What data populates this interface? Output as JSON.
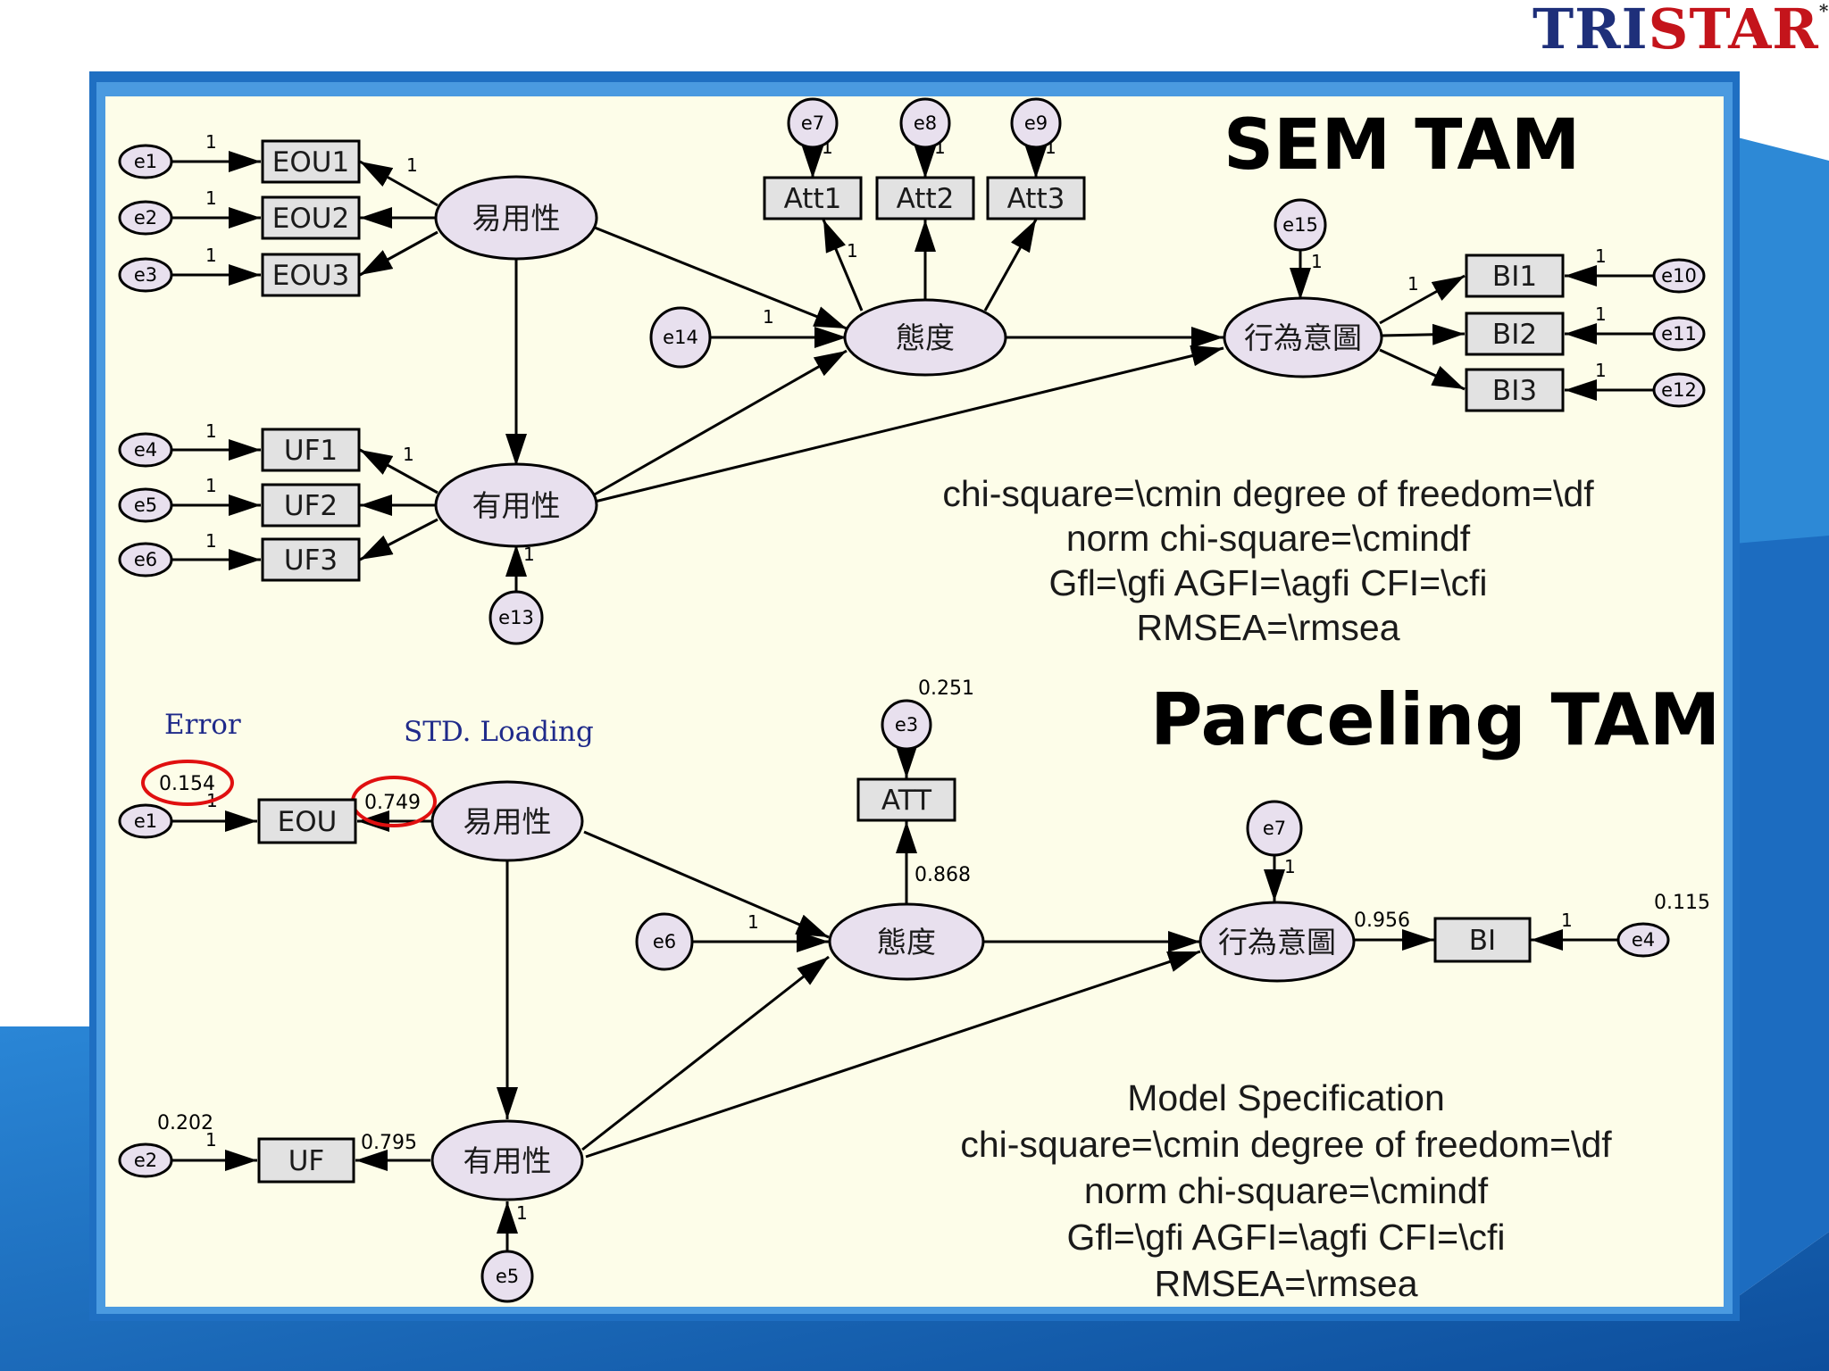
{
  "logo": {
    "part1": "TRI",
    "part2": "STAR",
    "mark": "***"
  },
  "top": {
    "title": "SEM TAM",
    "latents": {
      "eou": "易用性",
      "uf": "有用性",
      "att": "態度",
      "bi": "行為意圖"
    },
    "observed": {
      "eou": [
        "EOU1",
        "EOU2",
        "EOU3"
      ],
      "uf": [
        "UF1",
        "UF2",
        "UF3"
      ],
      "att": [
        "Att1",
        "Att2",
        "Att3"
      ],
      "bi": [
        "BI1",
        "BI2",
        "BI3"
      ]
    },
    "errors": {
      "eou": [
        "e1",
        "e2",
        "e3"
      ],
      "uf": [
        "e4",
        "e5",
        "e6"
      ],
      "att": [
        "e7",
        "e8",
        "e9"
      ],
      "bi": [
        "e10",
        "e11",
        "e12"
      ],
      "uf_latent": "e13",
      "att_latent": "e14",
      "bi_latent": "e15"
    },
    "fixed_label": "1",
    "fit": [
      "chi-square=\\cmin degree of freedom=\\df",
      "norm chi-square=\\cmindf",
      "Gfl=\\gfi AGFI=\\agfi CFI=\\cfi",
      "RMSEA=\\rmsea"
    ]
  },
  "bottom": {
    "title": "Parceling TAM",
    "annotations": {
      "error": "Error",
      "std_loading": "STD. Loading"
    },
    "latents": {
      "eou": "易用性",
      "uf": "有用性",
      "att": "態度",
      "bi": "行為意圖"
    },
    "observed": {
      "eou": "EOU",
      "uf": "UF",
      "att": "ATT",
      "bi": "BI"
    },
    "errors": {
      "eou": "e1",
      "uf": "e2",
      "att": "e3",
      "bi": "e4",
      "uf_latent": "e5",
      "att_latent": "e6",
      "bi_latent": "e7"
    },
    "values": {
      "eou_error": "0.154",
      "eou_loading": "0.749",
      "uf_error": "0.202",
      "uf_loading": "0.795",
      "att_error": "0.251",
      "att_loading": "0.868",
      "bi_loading": "0.956",
      "bi_error": "0.115"
    },
    "fixed_label": "1",
    "fit": [
      "Model Specification",
      "chi-square=\\cmin degree of freedom=\\df",
      "norm chi-square=\\cmindf",
      "Gfl=\\gfi AGFI=\\agfi CFI=\\cfi",
      "RMSEA=\\rmsea"
    ]
  },
  "colors": {
    "latent_fill": "#e8e0ee",
    "panel": "#fdfde9",
    "frame": "#1f6fc2",
    "annotation": "#1f2a8a",
    "highlight": "#e01010"
  }
}
